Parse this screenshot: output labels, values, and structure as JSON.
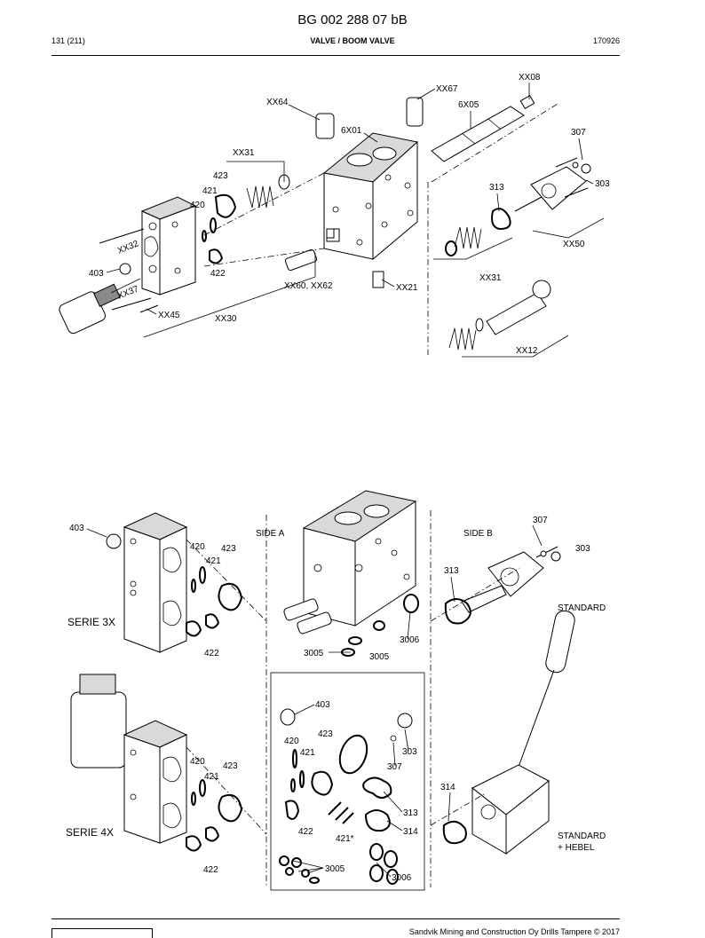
{
  "header": {
    "doc_number": "BG 002 288 07 bB",
    "page": "131 (211)",
    "title": "VALVE / BOOM VALVE",
    "date": "170926"
  },
  "footer": {
    "copyright": "Sandvik Mining and Construction Oy Drills Tampere © 2017"
  },
  "diagram_top": {
    "callouts": [
      "XX08",
      "XX67",
      "XX64",
      "6X05",
      "6X01",
      "307",
      "XX31",
      "303",
      "313",
      "423",
      "421",
      "420",
      "XX32",
      "403",
      "422",
      "XX37",
      "XX60, XX62",
      "XX21",
      "XX50",
      "XX31",
      "XX45",
      "XX30",
      "XX12"
    ]
  },
  "diagram_bottom": {
    "callouts": [
      "307",
      "403",
      "SIDE A",
      "SIDE B",
      "303",
      "420",
      "423",
      "421",
      "313",
      "STANDARD",
      "SERIE 3X",
      "3006",
      "422",
      "3005",
      "3005",
      "403",
      "420",
      "423",
      "421",
      "303",
      "307",
      "420",
      "423",
      "421",
      "314",
      "313",
      "314",
      "SERIE 4X",
      "422",
      "421*",
      "STANDARD",
      "+ HEBEL",
      "3005",
      "3006",
      "422"
    ]
  }
}
